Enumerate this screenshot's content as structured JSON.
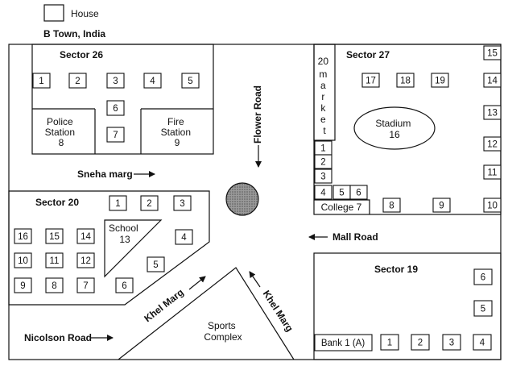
{
  "legend": {
    "house_label": "House"
  },
  "town": "B Town, India",
  "sectors": {
    "s26": {
      "title": "Sector 26"
    },
    "s27": {
      "title": "Sector 27"
    },
    "s20": {
      "title": "Sector 20"
    },
    "s19": {
      "title": "Sector 19"
    }
  },
  "roads": {
    "flower": "Flower Road",
    "sneha": "Sneha marg",
    "mall": "Mall Road",
    "khel": "Khel Marg",
    "nicolson": "Nicolson Road"
  },
  "places": {
    "police": {
      "line1": "Police",
      "line2": "Station",
      "line3": "8"
    },
    "fire": {
      "line1": "Fire",
      "line2": "Station",
      "line3": "9"
    },
    "market": {
      "number": "20",
      "letters": [
        "m",
        "a",
        "r",
        "k",
        "e",
        "t"
      ]
    },
    "stadium": {
      "line1": "Stadium",
      "line2": "16"
    },
    "school": {
      "line1": "School",
      "line2": "13"
    },
    "college": "College 7",
    "sports": {
      "line1": "Sports",
      "line2": "Complex"
    },
    "bank": "Bank 1 (A)"
  },
  "houses": {
    "s26": [
      "1",
      "2",
      "3",
      "4",
      "5",
      "6",
      "7"
    ],
    "s27": [
      "17",
      "18",
      "19",
      "15",
      "14",
      "13",
      "12",
      "11",
      "10",
      "1",
      "2",
      "3",
      "4",
      "5",
      "6",
      "8",
      "9"
    ],
    "s20": [
      "1",
      "2",
      "3",
      "4",
      "5",
      "6",
      "7",
      "8",
      "9",
      "10",
      "11",
      "12",
      "14",
      "15",
      "16"
    ],
    "s19": [
      "6",
      "5",
      "4",
      "3",
      "2",
      "1"
    ]
  },
  "colors": {
    "ink": "#111111",
    "roundabout": "#8a8a8a"
  }
}
